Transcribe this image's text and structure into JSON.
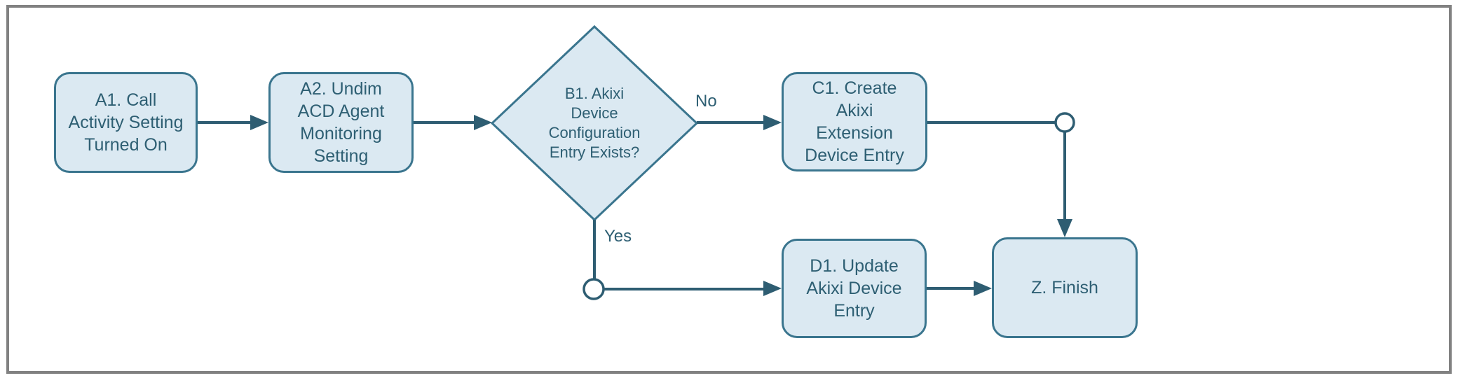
{
  "diagram": {
    "type": "flowchart",
    "nodes": {
      "a1": {
        "shape": "rounded-rect",
        "label": "A1. Call Activity Setting Turned On",
        "lines": [
          "A1. Call",
          "Activity Setting",
          "Turned On"
        ]
      },
      "a2": {
        "shape": "rounded-rect",
        "label": "A2. Undim ACD Agent Monitoring Setting",
        "lines": [
          "A2. Undim",
          "ACD Agent",
          "Monitoring",
          "Setting"
        ]
      },
      "b1": {
        "shape": "diamond",
        "label": "B1. Akixi Device Configuration Entry Exists?",
        "lines": [
          "B1. Akixi",
          "Device",
          "Configuration",
          "Entry Exists?"
        ]
      },
      "c1": {
        "shape": "rounded-rect",
        "label": "C1. Create Akixi Extension Device Entry",
        "lines": [
          "C1. Create",
          "Akixi",
          "Extension",
          "Device Entry"
        ]
      },
      "d1": {
        "shape": "rounded-rect",
        "label": "D1. Update Akixi Device Entry",
        "lines": [
          "D1. Update",
          "Akixi Device",
          "Entry"
        ]
      },
      "z": {
        "shape": "rounded-rect",
        "label": "Z. Finish",
        "lines": [
          "Z. Finish"
        ]
      }
    },
    "edges": {
      "no_label": "No",
      "yes_label": "Yes"
    },
    "colors": {
      "node_fill": "#dbe9f2",
      "node_border": "#3a758e",
      "text": "#2e5f73",
      "connector": "#2e5d72",
      "frame_border": "#818181",
      "background": "#ffffff"
    }
  }
}
